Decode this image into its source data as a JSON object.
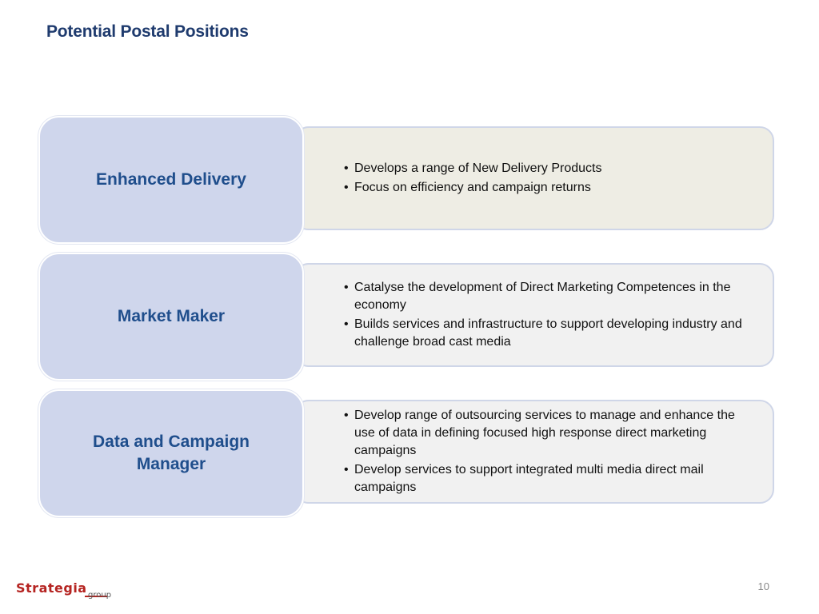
{
  "slide": {
    "title": "Potential Postal Positions",
    "page_number": "10"
  },
  "rows": [
    {
      "label": "Enhanced Delivery",
      "bullets": [
        "Develops a range of New Delivery Products",
        " Focus on efficiency and campaign returns"
      ],
      "background": "#eeede4"
    },
    {
      "label": "Market Maker",
      "bullets": [
        "Catalyse the development  of Direct Marketing Competences in the economy",
        "Builds services and infrastructure to support developing industry and challenge broad cast media"
      ],
      "background": "#f1f1f1"
    },
    {
      "label": "Data and Campaign Manager",
      "bullets": [
        "Develop range of outsourcing services to manage and enhance the use of data in defining focused high response direct marketing campaigns",
        "Develop services to support integrated multi media direct mail campaigns"
      ],
      "background": "#f1f1f1"
    }
  ],
  "logo": {
    "word": "Strategia",
    "sub": "group"
  },
  "colors": {
    "title": "#1f3b6e",
    "label_text": "#1f4e8c",
    "label_fill": "#cfd6ec",
    "logo_red": "#b52421"
  }
}
